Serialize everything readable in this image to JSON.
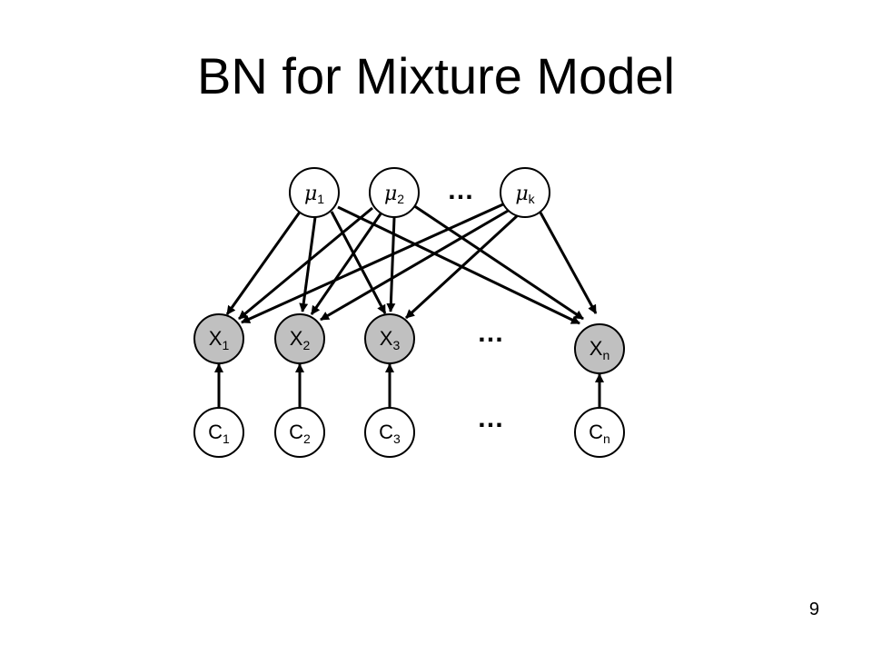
{
  "title": "BN for Mixture Model",
  "page_number": "9",
  "colors": {
    "observed_fill": "#c0c0c0",
    "hidden_fill": "#ffffff",
    "stroke": "#000000"
  },
  "nodes": {
    "mu1": {
      "symbol": "μ",
      "sub": "1"
    },
    "mu2": {
      "symbol": "μ",
      "sub": "2"
    },
    "muk": {
      "symbol": "μ",
      "sub": "k"
    },
    "x1": {
      "symbol": "X",
      "sub": "1"
    },
    "x2": {
      "symbol": "X",
      "sub": "2"
    },
    "x3": {
      "symbol": "X",
      "sub": "3"
    },
    "xn": {
      "symbol": "X",
      "sub": "n"
    },
    "c1": {
      "symbol": "C",
      "sub": "1"
    },
    "c2": {
      "symbol": "C",
      "sub": "2"
    },
    "c3": {
      "symbol": "C",
      "sub": "3"
    },
    "cn": {
      "symbol": "C",
      "sub": "n"
    }
  },
  "ellipses": {
    "top": "…",
    "middle": "…",
    "bottom": "…"
  }
}
